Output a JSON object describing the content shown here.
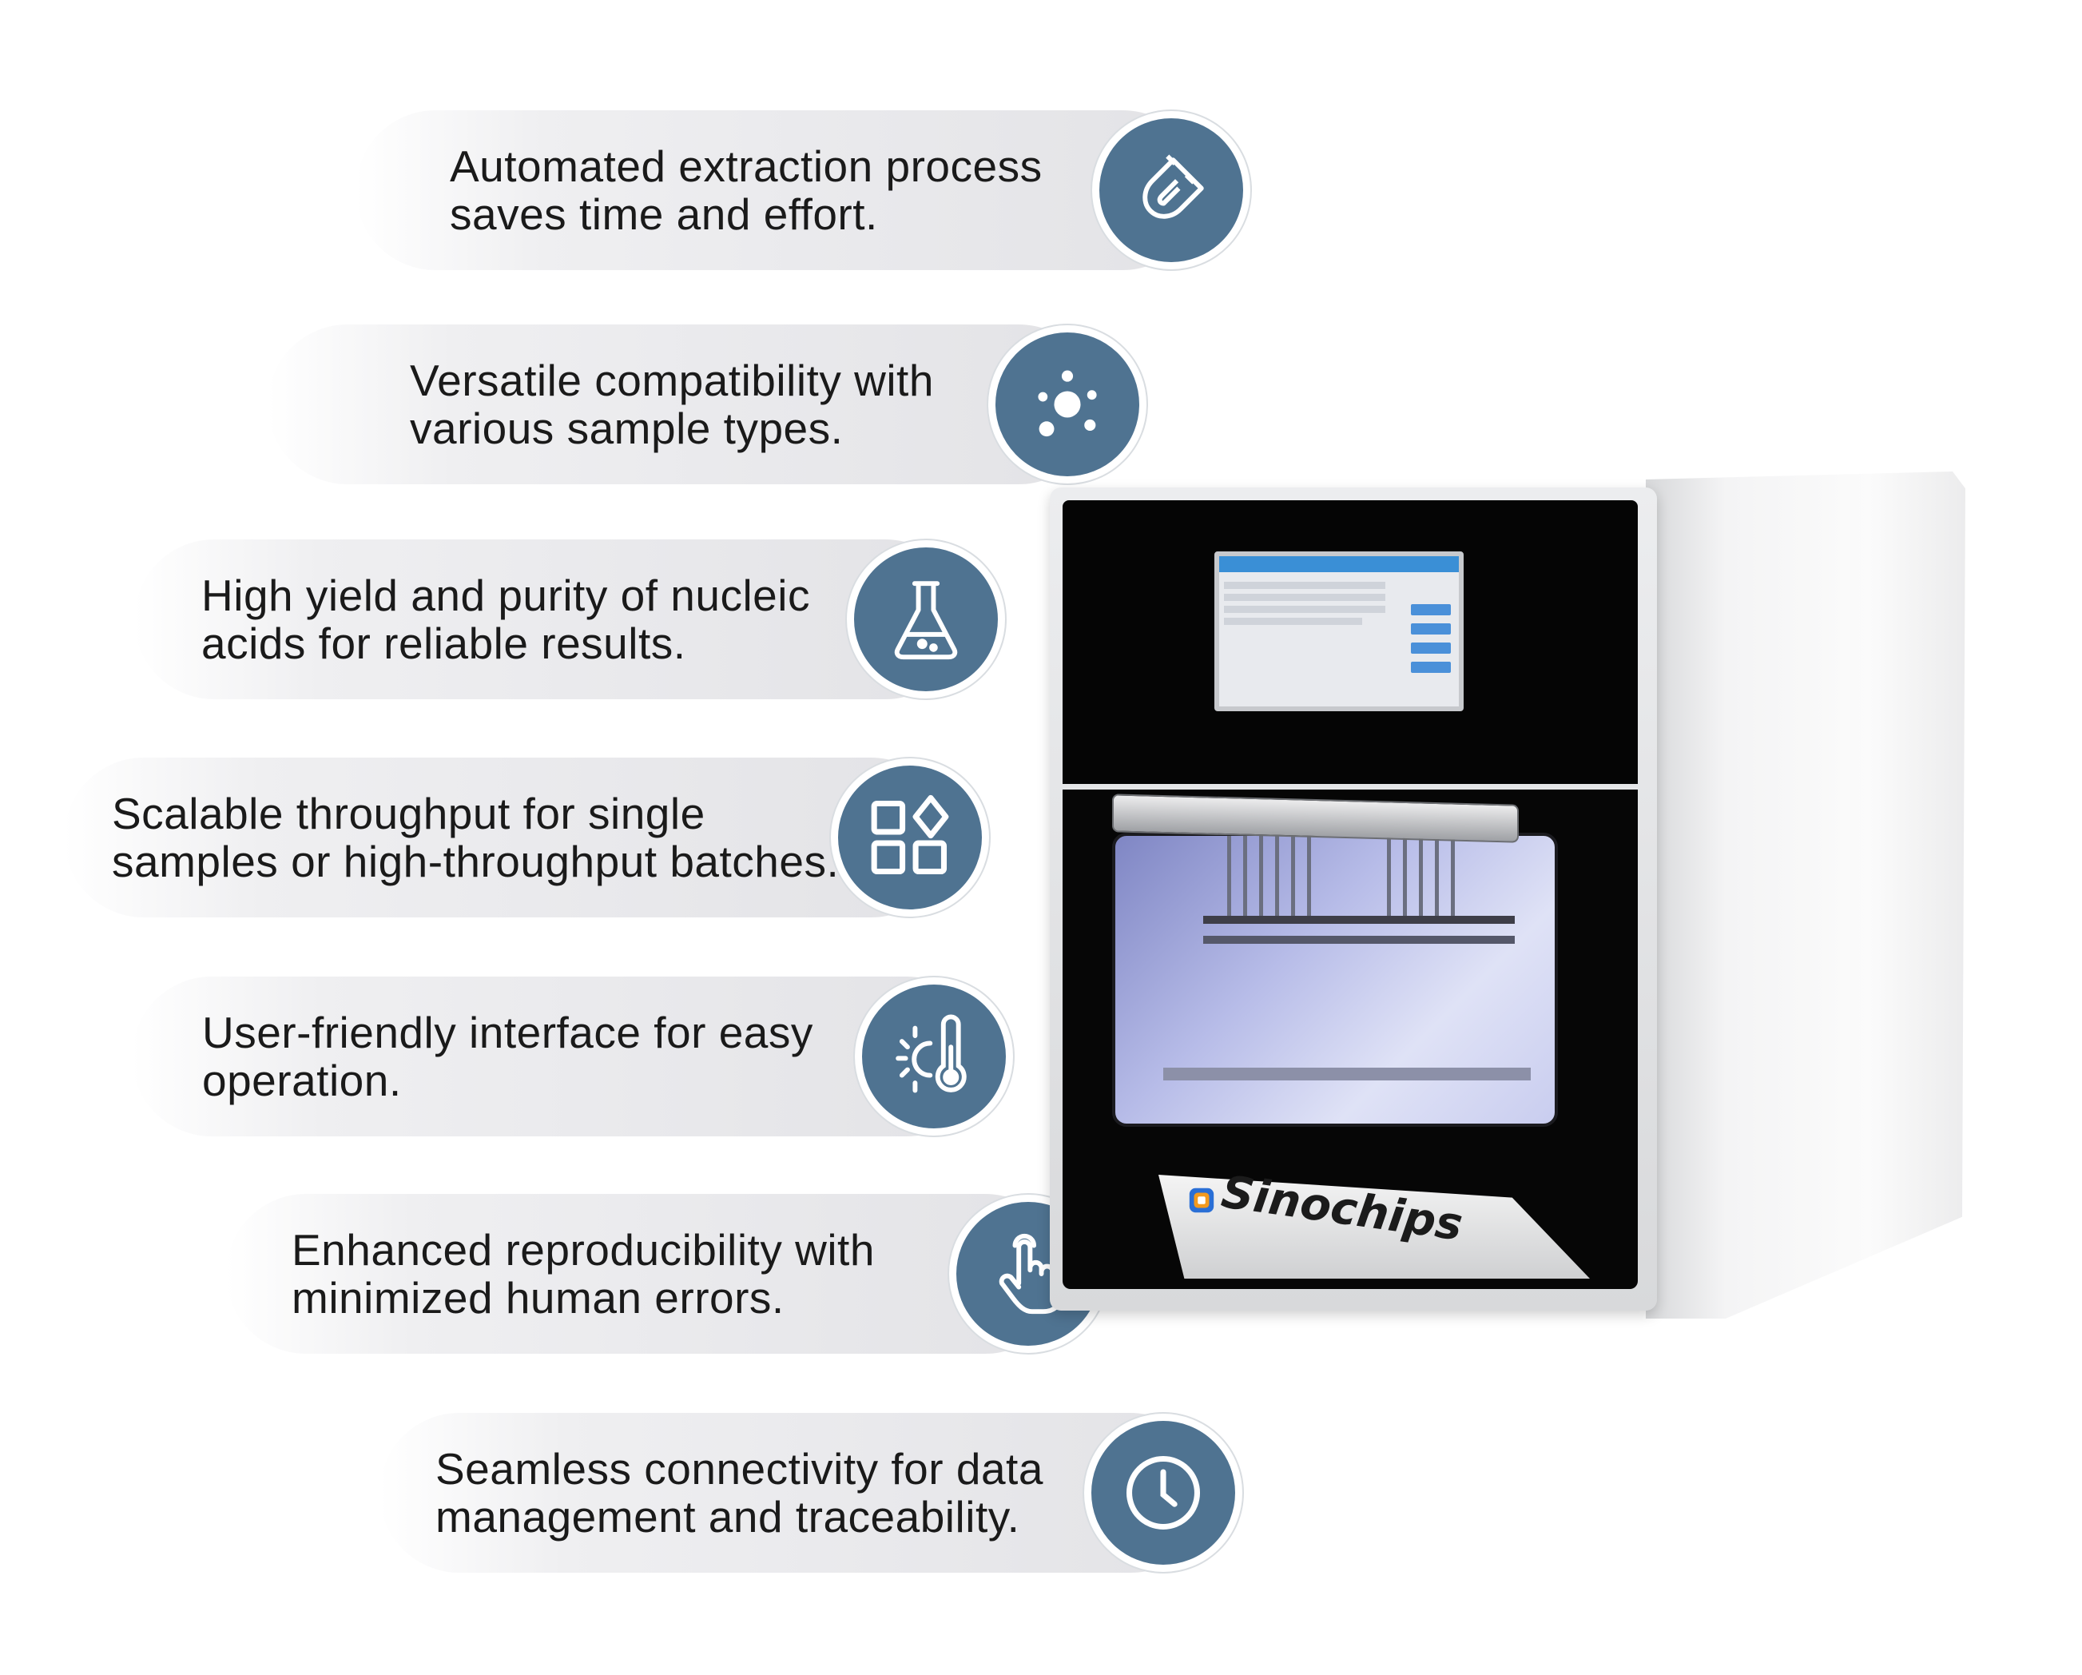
{
  "features": [
    {
      "text": "Automated extraction process\nsaves time and effort.",
      "icon": "magnet-icon"
    },
    {
      "text": "Versatile compatibility with\nvarious sample types.",
      "icon": "particles-icon"
    },
    {
      "text": "High yield and purity of nucleic\nacids for reliable results.",
      "icon": "flask-icon"
    },
    {
      "text": "Scalable throughput for single\nsamples or high-throughput batches.",
      "icon": "grid-blocks-icon"
    },
    {
      "text": "User-friendly interface for easy\noperation.",
      "icon": "sun-thermometer-icon"
    },
    {
      "text": "Enhanced reproducibility with\nminimized human errors.",
      "icon": "hand-pointer-icon"
    },
    {
      "text": "Seamless connectivity for data\nmanagement and traceability.",
      "icon": "clock-icon"
    }
  ],
  "product": {
    "brand": "Sinochips"
  },
  "colors": {
    "icon_bg": "#4f7391",
    "pill": "#ebebed",
    "text": "#1a1a1a"
  }
}
